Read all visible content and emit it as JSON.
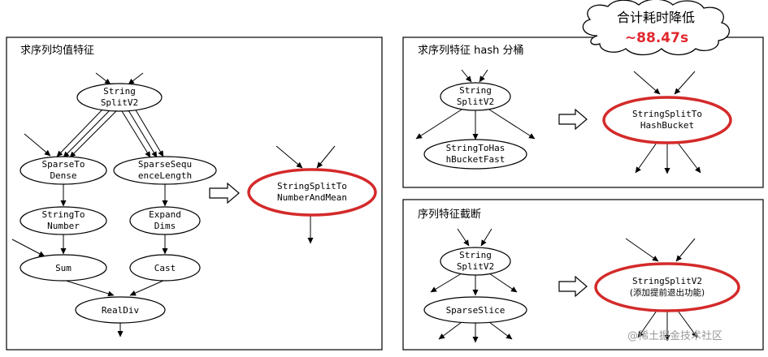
{
  "panels": {
    "mean": {
      "title": "求序列均值特征"
    },
    "hash": {
      "title": "求序列特征 hash 分桶"
    },
    "slice": {
      "title": "序列特征截断"
    }
  },
  "nodes": {
    "mean_split": [
      "String",
      "SplitV2"
    ],
    "sparse_to_dense": [
      "SparseTo",
      "Dense"
    ],
    "sparse_seq_len": [
      "SparseSequ",
      "enceLength"
    ],
    "string_to_number": [
      "StringTo",
      "Number"
    ],
    "expand_dims": [
      "Expand",
      "Dims"
    ],
    "sum": [
      "Sum"
    ],
    "cast": [
      "Cast"
    ],
    "real_div": [
      "RealDiv"
    ],
    "fused_mean": [
      "StringSplitTo",
      "NumberAndMean"
    ],
    "hash_split": [
      "String",
      "SplitV2"
    ],
    "to_hash_fast": [
      "StringToHas",
      "hBucketFast"
    ],
    "fused_hash": [
      "StringSplitTo",
      "HashBucket"
    ],
    "slice_split": [
      "String",
      "SplitV2"
    ],
    "sparse_slice": [
      "SparseSlice"
    ],
    "fused_slice": [
      "StringSplitV2",
      "(添加提前退出功能)"
    ]
  },
  "callout": {
    "title": "合计耗时降低",
    "value": "~88.47s"
  },
  "watermark": "@稀土掘金技术社区",
  "colors": {
    "highlight": "#d42a2a",
    "callout_value": "#e0282e"
  }
}
